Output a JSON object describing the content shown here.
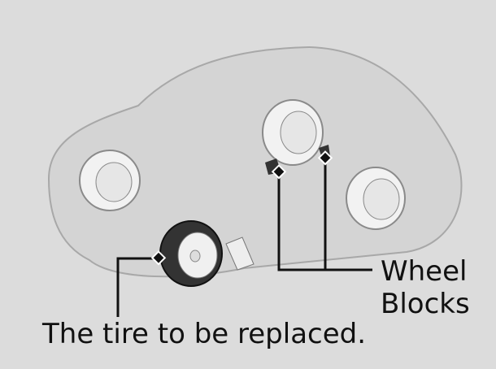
{
  "labels": {
    "tire_to_replace": "The tire to be replaced.",
    "wheel_blocks_line1": "Wheel",
    "wheel_blocks_line2": "Blocks"
  },
  "colors": {
    "background": "#dcdcdc",
    "car_body": "#d4d4d4",
    "outline": "#a0a0a0",
    "flat_tire": "#333333"
  }
}
